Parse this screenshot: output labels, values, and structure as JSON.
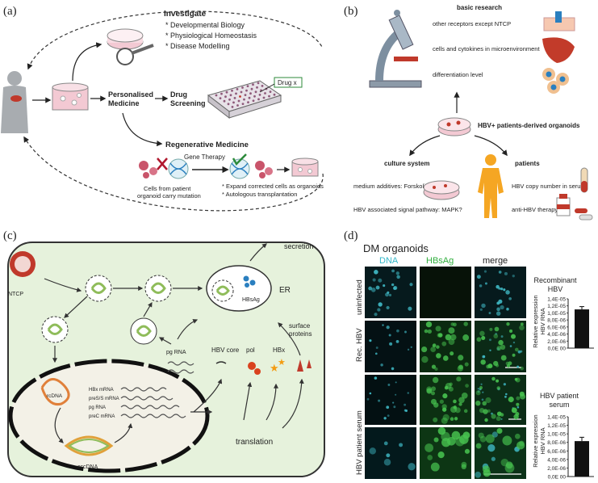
{
  "panel_a": {
    "letter": "(a)",
    "investigate": {
      "title": "Investigate",
      "items": [
        "* Developmental Biology",
        "* Physiological Homeostasis",
        "* Disease Modelling"
      ]
    },
    "personalised": [
      "Personalised",
      "Medicine"
    ],
    "drug": [
      "Drug",
      "Screening"
    ],
    "drug_x": "Drug x",
    "regen": "Regenerative Medicine",
    "gene_therapy": "Gene Therapy",
    "cells_caption": [
      "Cells from patient",
      "organoid carry mutation"
    ],
    "expand": [
      "* Expand corrected cells as organoids",
      "* Autologous transplantation"
    ]
  },
  "panel_b": {
    "letter": "(b)",
    "basic_research": "basic research",
    "basic_items": [
      "other receptors except NTCP",
      "cells and cytokines in microenvironment",
      "differentiation level"
    ],
    "center": "HBV+ patients-derived organoids",
    "culture_system": "culture system",
    "culture_items": [
      "medium additives: Forskolin?",
      "HBV associated signal pathway: MAPK?"
    ],
    "patients": "patients",
    "patient_items": [
      "HBV copy number in serum",
      "anti-HBV therapy"
    ]
  },
  "panel_c": {
    "letter": "(c)",
    "secretion": "secretion",
    "ntcp": "NTCP",
    "er": "ER",
    "hbsag": "HBsAg",
    "rcdna": "rcDNA",
    "mrnas": [
      "HBx mRNA",
      "preS/S mRNA",
      "pg RNA",
      "preC mRNA"
    ],
    "cccdna": "cccDNA",
    "pgrna": "pg RNA",
    "proteins": [
      "HBV core",
      "pol",
      "HBx"
    ],
    "surface": [
      "surface",
      "proteins"
    ],
    "translation": "translation"
  },
  "panel_d": {
    "letter": "(d)",
    "title": "DM organoids",
    "columns": [
      "DNA",
      "HBsAg",
      "merge"
    ],
    "rows": [
      "uninfected",
      "Rec. HBV",
      "HBV patient serum"
    ],
    "chart_titles": [
      "Recombinant",
      "HBV"
    ],
    "chart2_title": "HBV patient",
    "chart2_title2": "serum",
    "ylabel": [
      "Relative expression",
      "HBV RNA"
    ]
  },
  "colors": {
    "dna": "#33b7c9",
    "hbsag": "#2fae3c",
    "cell_bg": "#e6f2dc",
    "virus": "#c0392b"
  },
  "chart_data": [
    {
      "type": "bar",
      "title": "Recombinant HBV",
      "ylabel": "Relative expression HBV RNA",
      "yticks": [
        "0,0E 00",
        "2,0E-06",
        "4,0E-06",
        "6,0E-06",
        "8,0E-06",
        "1,0E-05",
        "1,2E-05",
        "1,4E-05"
      ],
      "ylim": [
        0,
        1.4e-05
      ],
      "values": [
        1.1e-05
      ],
      "error": [
        8e-07
      ]
    },
    {
      "type": "bar",
      "title": "HBV patient serum",
      "ylabel": "Relative expression HBV RNA",
      "yticks": [
        "0,0E 00",
        "2,0E-06",
        "4,0E-06",
        "6,0E-06",
        "8,0E-06",
        "1,0E-05",
        "1,2E-05",
        "1,4E-05"
      ],
      "ylim": [
        0,
        1.4e-05
      ],
      "values": [
        8.3e-06
      ],
      "error": [
        9e-07
      ]
    }
  ]
}
